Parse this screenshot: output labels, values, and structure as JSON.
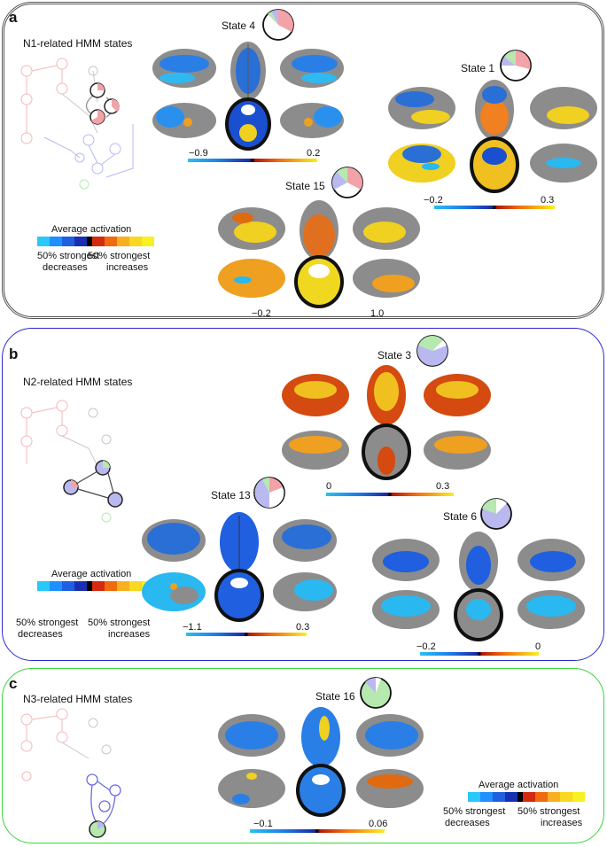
{
  "panel_a": {
    "letter": "a",
    "title": "N1-related HMM states",
    "states": [
      {
        "name": "State 4",
        "scale_min": "−0.9",
        "scale_max": "0.2"
      },
      {
        "name": "State 1",
        "scale_min": "−0.2",
        "scale_max": "0.3"
      },
      {
        "name": "State 15",
        "scale_min": "−0.2",
        "scale_max": "1.0"
      }
    ]
  },
  "panel_b": {
    "letter": "b",
    "title": "N2-related HMM states",
    "states": [
      {
        "name": "State 3",
        "scale_min": "0",
        "scale_max": "0.3"
      },
      {
        "name": "State 13",
        "scale_min": "−1.1",
        "scale_max": "0.3"
      },
      {
        "name": "State 6",
        "scale_min": "−0.2",
        "scale_max": "0"
      }
    ]
  },
  "panel_c": {
    "letter": "c",
    "title": "N3-related HMM states",
    "states": [
      {
        "name": "State 16",
        "scale_min": "−0.1",
        "scale_max": "0.06"
      }
    ]
  },
  "legend": {
    "title": "Average activation",
    "left_label_1": "50% strongest",
    "left_label_2": "decreases",
    "right_label_1": "50% strongest",
    "right_label_2": "increases"
  },
  "colors": {
    "panel_a_border": "#555555",
    "panel_b_border": "#2a2ad0",
    "panel_c_border": "#3bd23b",
    "decrease_scale": [
      "#29b8f0",
      "#1e90ff",
      "#1f5fe0",
      "#1a2fb0"
    ],
    "increase_scale": [
      "#d42a10",
      "#f06a10",
      "#f8b020",
      "#f8f020"
    ],
    "pie_red": "#f2a3a8",
    "pie_blue": "#b9b9f0",
    "pie_green": "#b6e8b0"
  },
  "icons": [
    "brain-lateral-view",
    "brain-dorsal-view",
    "brain-medial-view",
    "axial-slice",
    "pie-chart",
    "state-transition-graph"
  ]
}
